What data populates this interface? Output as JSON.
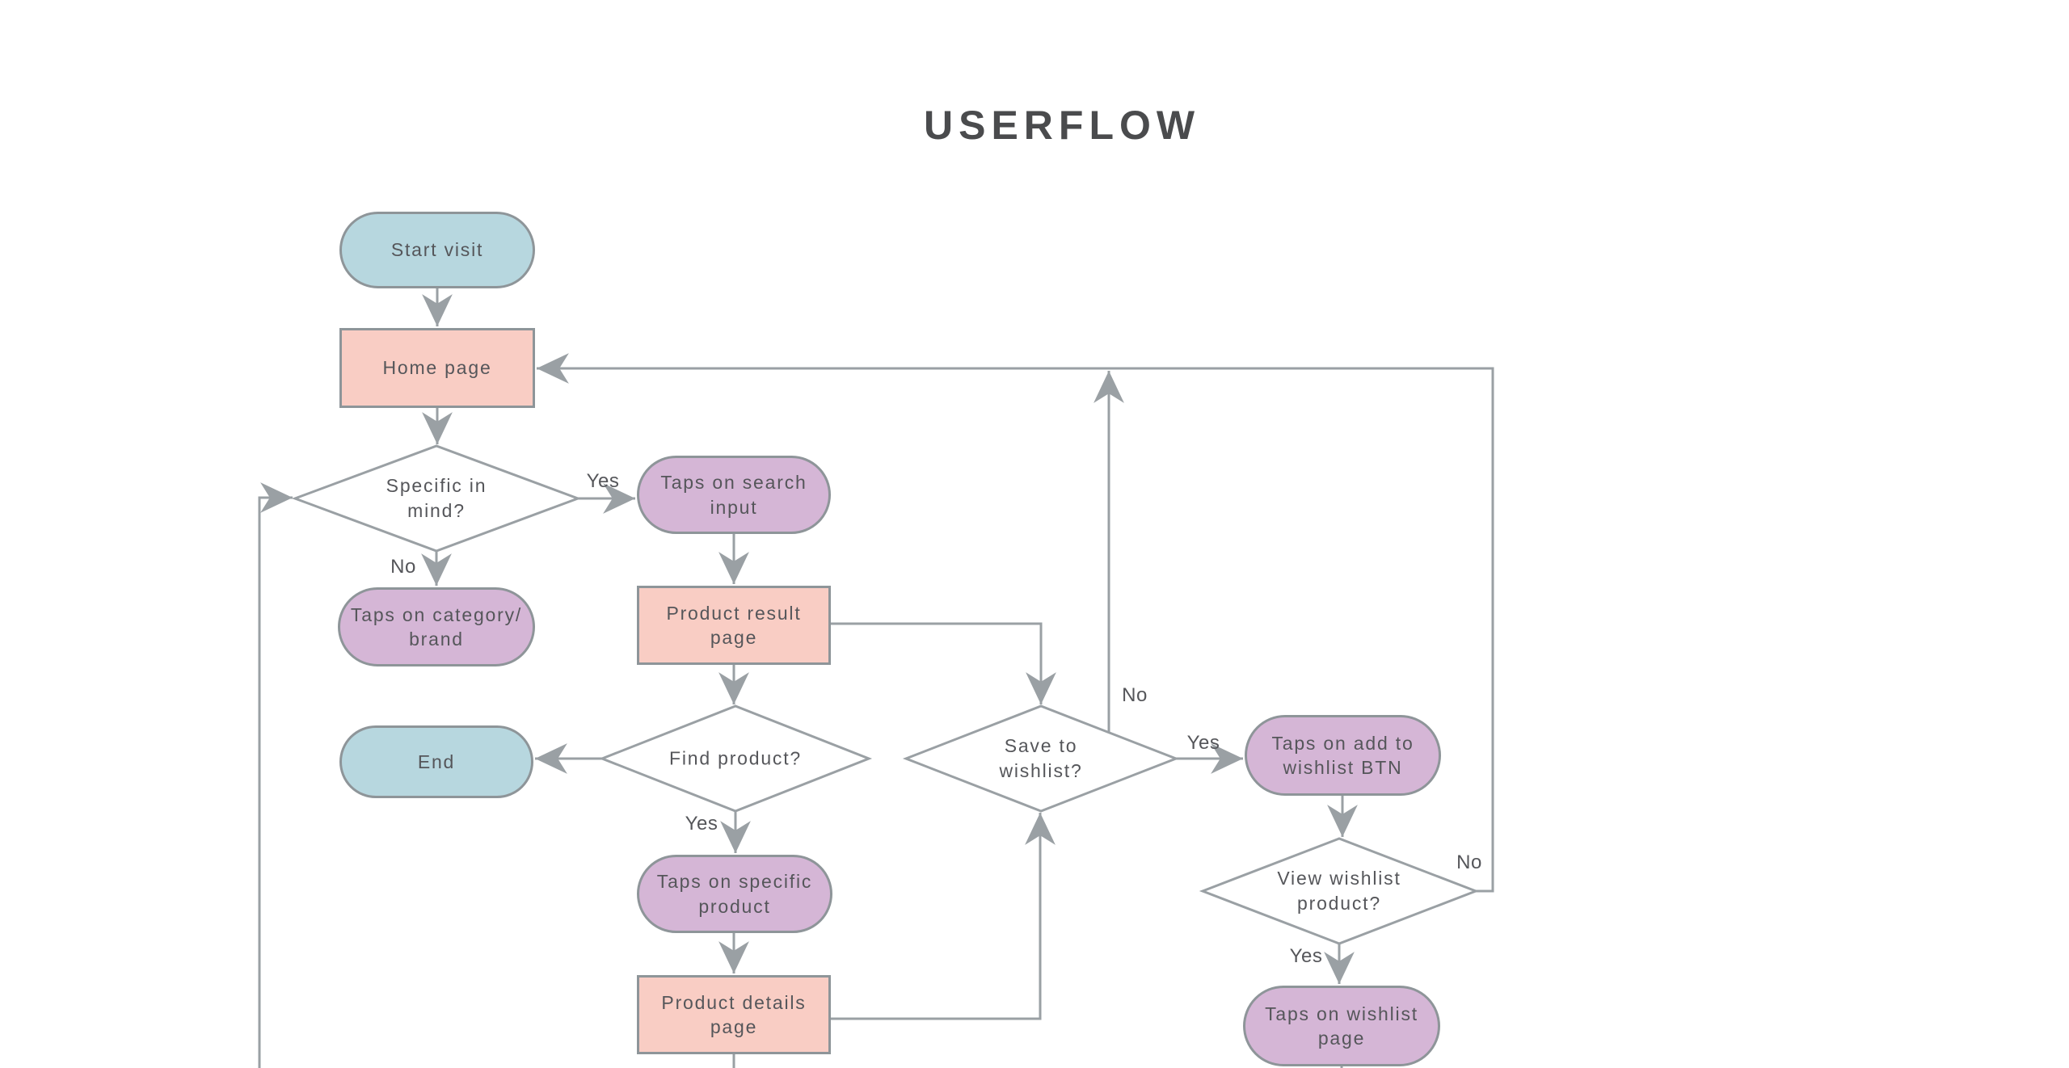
{
  "title": "USERFLOW",
  "nodes": {
    "start_visit": {
      "label": "Start visit",
      "type": "terminator"
    },
    "home_page": {
      "label": "Home page",
      "type": "process"
    },
    "specific_in_mind": {
      "label": "Specific in mind?",
      "type": "decision"
    },
    "taps_search_input": {
      "label": "Taps on search input",
      "type": "action"
    },
    "taps_category_brand": {
      "label": "Taps on category/ brand",
      "type": "action"
    },
    "product_result_page": {
      "label": "Product result page",
      "type": "process"
    },
    "find_product": {
      "label": "Find product?",
      "type": "decision"
    },
    "end": {
      "label": "End",
      "type": "terminator"
    },
    "save_to_wishlist": {
      "label": "Save to wishlist?",
      "type": "decision"
    },
    "taps_add_wishlist_btn": {
      "label": "Taps on add to wishlist BTN",
      "type": "action"
    },
    "view_wishlist_product": {
      "label": "View wishlist product?",
      "type": "decision"
    },
    "taps_specific_product": {
      "label": "Taps on specific product",
      "type": "action"
    },
    "product_details_page": {
      "label": "Product details page",
      "type": "process"
    },
    "taps_wishlist_page": {
      "label": "Taps on wishlist page",
      "type": "action"
    }
  },
  "edge_labels": {
    "specific_yes": "Yes",
    "specific_no": "No",
    "find_yes": "Yes",
    "save_yes": "Yes",
    "save_no": "No",
    "view_yes": "Yes",
    "view_no": "No"
  },
  "colors": {
    "terminator_fill": "#b7d7df",
    "process_fill": "#f9cdc4",
    "action_fill": "#d5b6d6",
    "node_border": "#8e9599",
    "connector": "#9aa0a4",
    "text": "#55565a",
    "title_text": "#4a4b4d"
  }
}
